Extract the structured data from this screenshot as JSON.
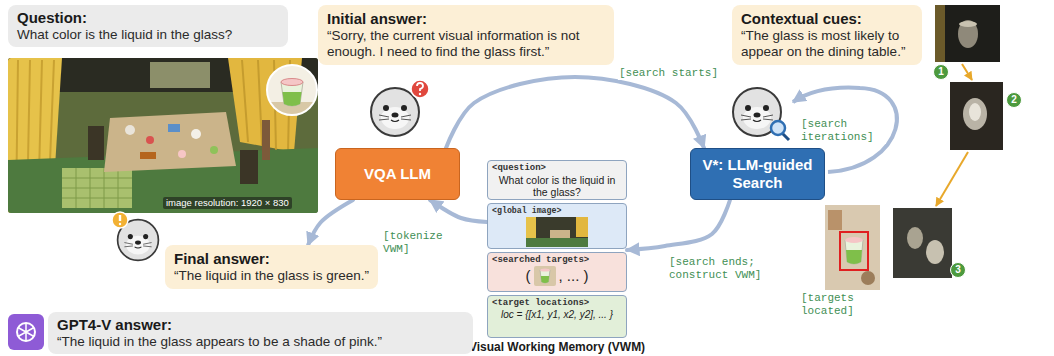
{
  "diagram": {
    "nodes": [
      {
        "text": [
          "Question:",
          "What color is the liquid in the glass?"
        ]
      },
      {
        "text": [
          "Initial answer:",
          "“Sorry, the current visual information is not enough. I need to find the glass first.”"
        ]
      },
      {
        "text": [
          "Contextual cues:",
          "“The glass is most likely to appear on the dining table.”"
        ]
      },
      {
        "text": [
          "VQA LLM"
        ]
      },
      {
        "text": [
          "V*: LLM-guided Search"
        ]
      },
      {
        "text": [
          "Visual Working Memory (VWM)"
        ]
      },
      {
        "text": [
          "<question>",
          "What color is the liquid in the glass?"
        ],
        "in": 5
      },
      {
        "text": [
          "<global image>"
        ],
        "in": 5
      },
      {
        "text": [
          "<searched targets>",
          "(",
          ", ... )"
        ],
        "in": 5
      },
      {
        "text": [
          "<target locations>",
          "loc = {[x1, y1, x2, y2], ... }"
        ],
        "in": 5
      },
      {
        "text": [
          "Final answer:",
          "“The liquid in the glass is green.”"
        ]
      },
      {
        "text": [
          "GPT4-V answer:",
          "“The liquid in the glass appears to be a shade of pink.”"
        ]
      }
    ],
    "edges": [
      {
        "from": 3,
        "to": 4,
        "label": "[search starts]",
        "arrow": "to"
      },
      {
        "from": 4,
        "to": 5,
        "label": "[search ends; construct VWM]",
        "arrow": "to"
      },
      {
        "from": 5,
        "to": 3,
        "label": "[tokenize VWM]",
        "arrow": "to"
      },
      {
        "from": 3,
        "to": 10,
        "arrow": "to"
      }
    ],
    "labels": [
      "image resolution: 1920 × 830",
      "[search iterations]",
      "1",
      "2",
      "3",
      "[targets located]"
    ]
  }
}
